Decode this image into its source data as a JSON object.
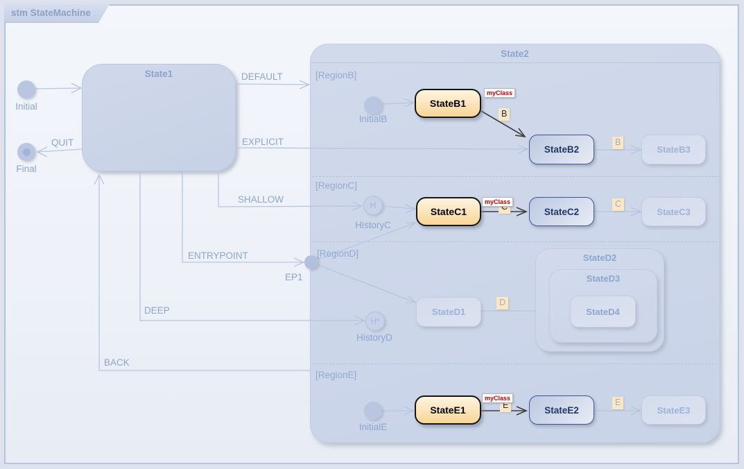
{
  "frame": {
    "title": "stm StateMachine"
  },
  "diagram": {
    "initial": {
      "label": "Initial"
    },
    "final": {
      "label": "Final"
    },
    "state1": {
      "title": "State1"
    },
    "state2": {
      "title": "State2"
    },
    "entrypoint": {
      "label": "EP1"
    },
    "transitions": {
      "default": "DEFAULT",
      "quit": "QUIT",
      "explicit": "EXPLICIT",
      "shallow": "SHALLOW",
      "entrypoint": "ENTRYPOINT",
      "deep": "DEEP",
      "back": "BACK"
    },
    "regionB": {
      "label": "[RegionB]",
      "initial": "InitialB",
      "stateB1": "StateB1",
      "stateB2": "StateB2",
      "stateB3": "StateB3",
      "stereotype": "myClass",
      "trigger1": "B",
      "trigger2": "B"
    },
    "regionC": {
      "label": "[RegionC]",
      "history": "HistoryC",
      "historyGlyph": "H",
      "stateC1": "StateC1",
      "stateC2": "StateC2",
      "stateC3": "StateC3",
      "stereotype": "myClass",
      "trigger1": "C",
      "trigger2": "C"
    },
    "regionD": {
      "label": "[RegionD]",
      "history": "HistoryD",
      "historyGlyph": "H*",
      "stateD1": "StateD1",
      "stateD2": "StateD2",
      "stateD3": "StateD3",
      "stateD4": "StateD4",
      "trigger1": "D"
    },
    "regionE": {
      "label": "[RegionE]",
      "initial": "InitialE",
      "stateE1": "StateE1",
      "stateE2": "StateE2",
      "stateE3": "StateE3",
      "stereotype": "myClass",
      "trigger1": "E",
      "trigger2": "E"
    }
  },
  "colors": {
    "orange_state_fill": "#f8d596",
    "navy_state_border": "#3b5694",
    "navy_state_text": "#1f3864",
    "pale_label_text": "#8ba4d0",
    "stereotype_text": "#c00000",
    "trigger_badge_bg": "#fbe7c1",
    "frame_fill": "#f0f4f9",
    "state_fill": "#ccd5e9"
  }
}
